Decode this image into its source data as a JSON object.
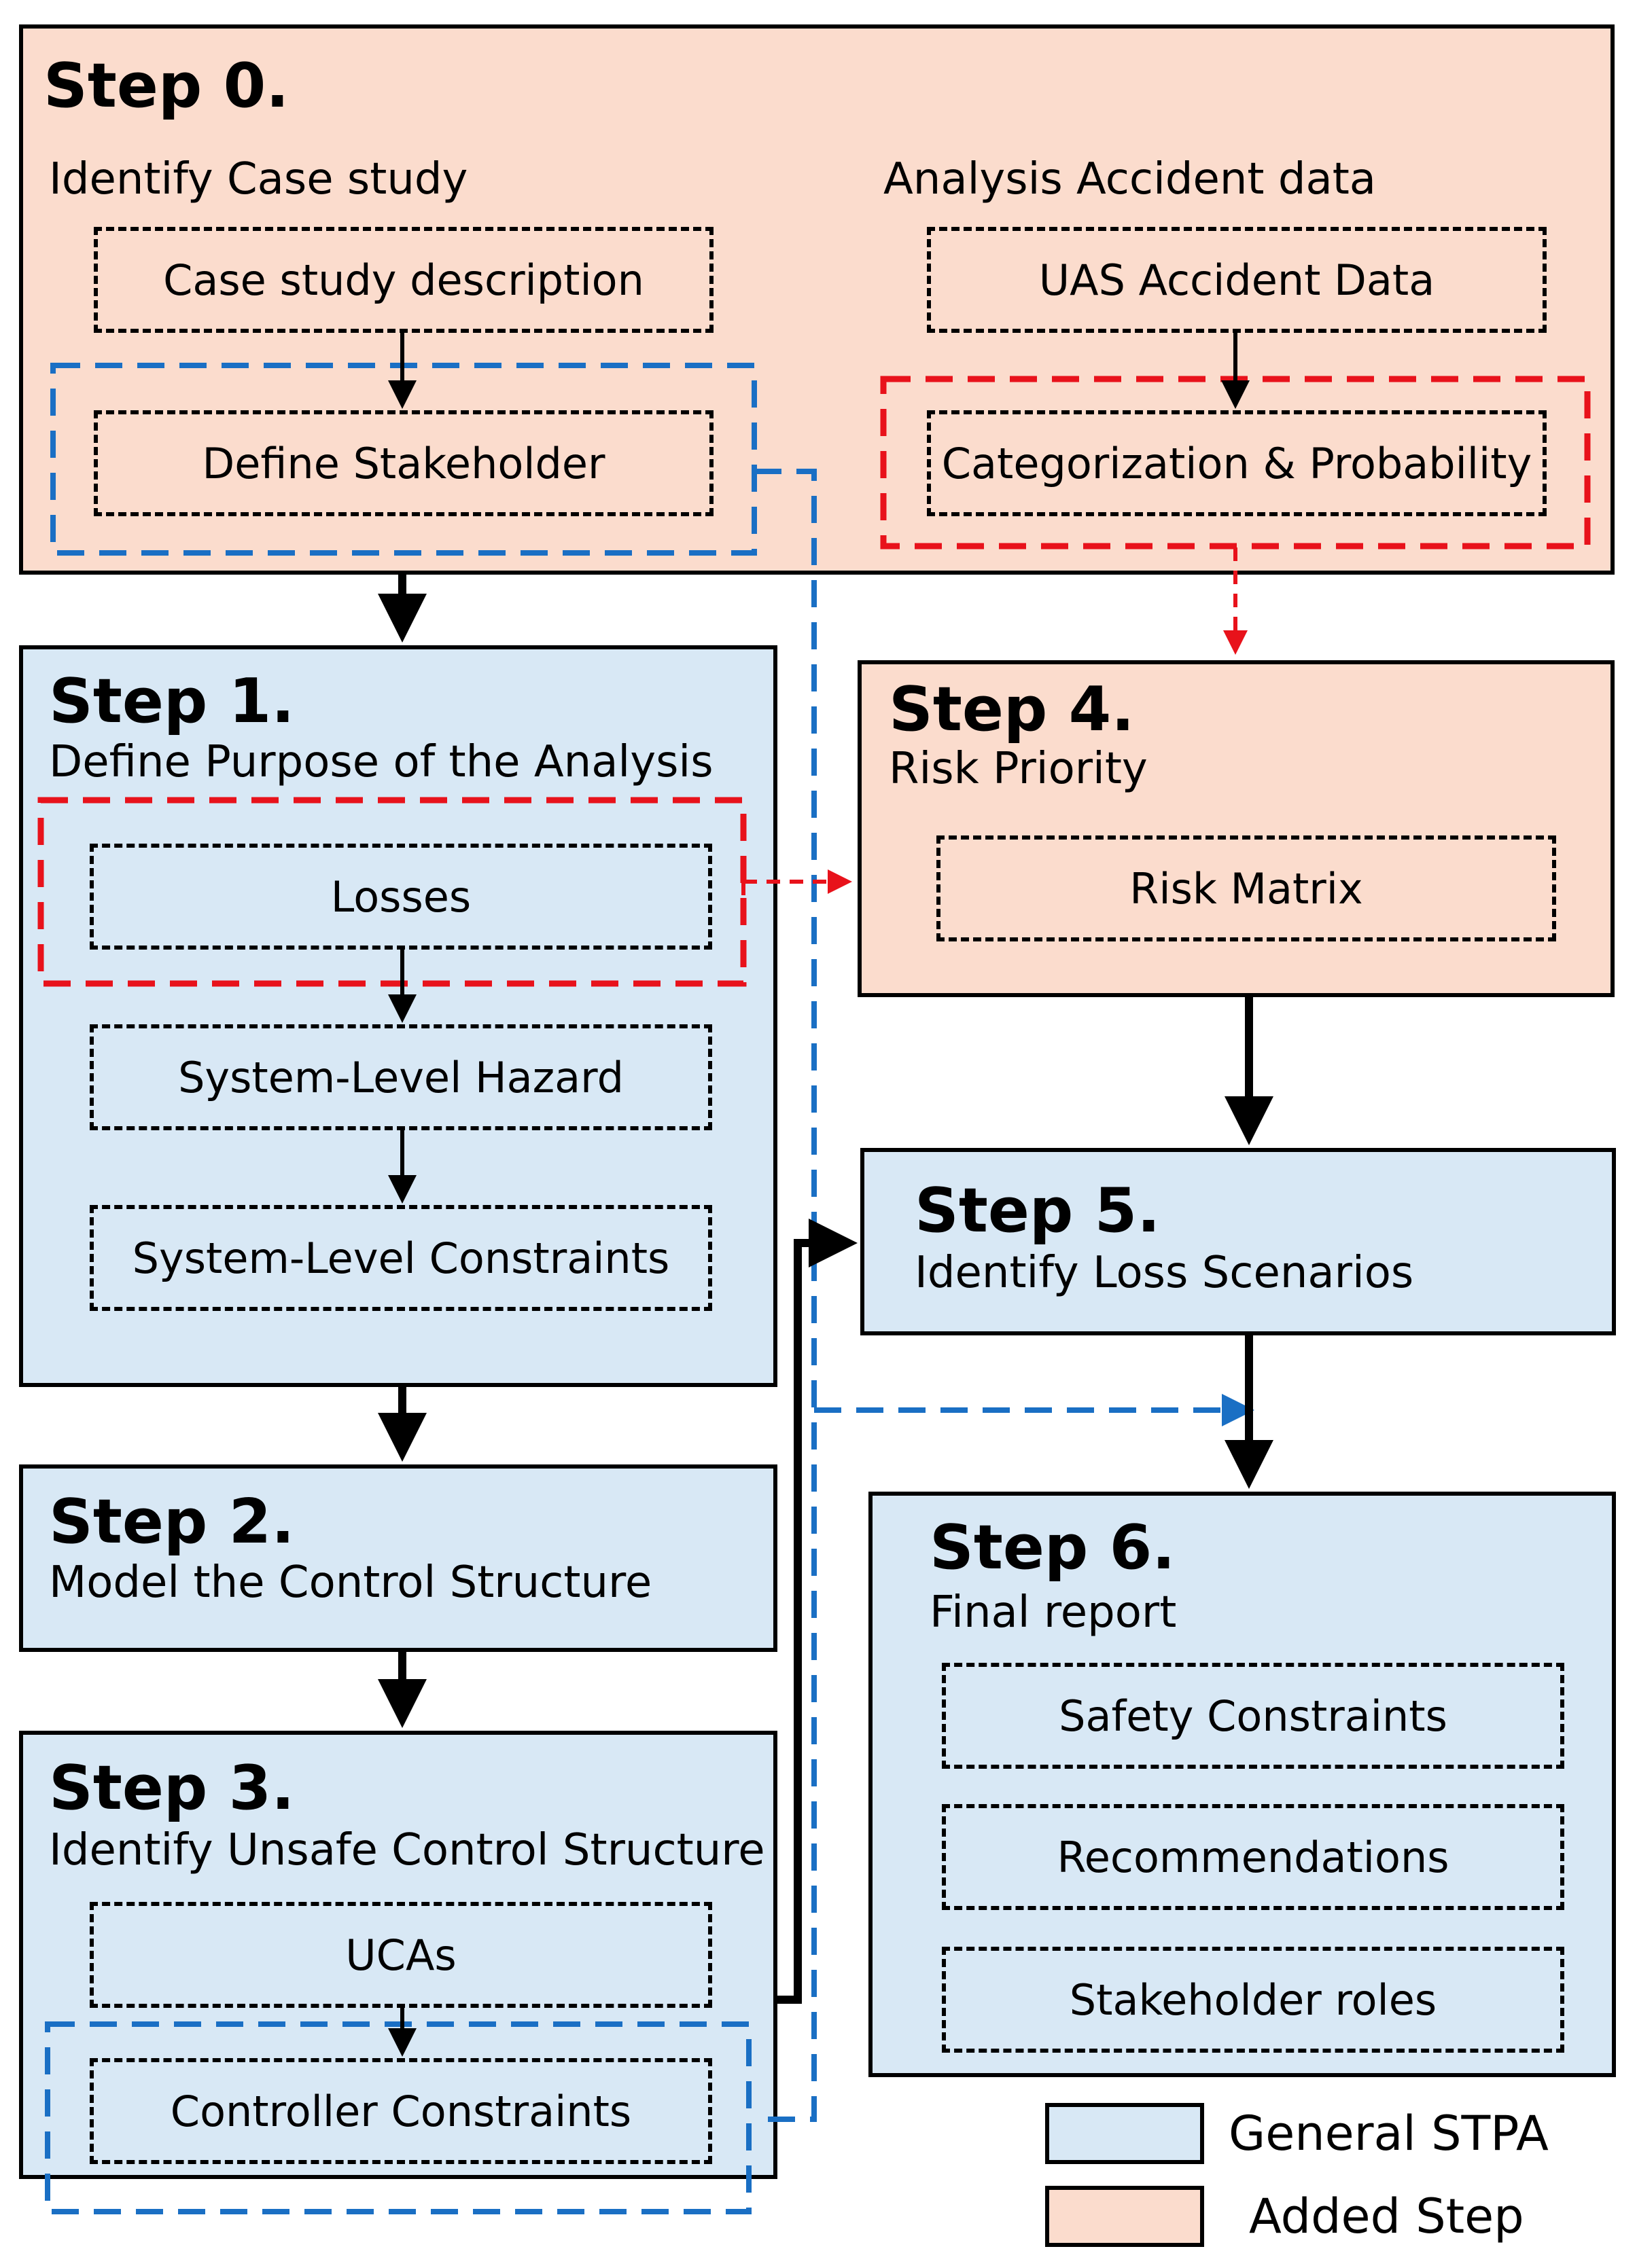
{
  "colors": {
    "general_stpa_fill": "#d8e8f5",
    "added_step_fill": "#fbdccd",
    "blue_dashed": "#1a6fc4",
    "red_dashed": "#e8121b",
    "black": "#000000"
  },
  "step0": {
    "title": "Step 0.",
    "left_heading": "Identify Case study",
    "right_heading": "Analysis Accident data",
    "case_study": "Case study description",
    "define_stakeholder": "Define Stakeholder",
    "uas_accident": "UAS Accident Data",
    "categorization": "Categorization & Probability"
  },
  "step1": {
    "title": "Step 1.",
    "subtitle": "Define Purpose of the Analysis",
    "losses": "Losses",
    "hazard": "System-Level Hazard",
    "constraints": "System-Level Constraints"
  },
  "step2": {
    "title": "Step 2.",
    "subtitle": "Model the Control Structure"
  },
  "step3": {
    "title": "Step 3.",
    "subtitle": "Identify Unsafe Control Structure",
    "ucas": "UCAs",
    "controller_constraints": "Controller Constraints"
  },
  "step4": {
    "title": "Step 4.",
    "subtitle": "Risk Priority",
    "risk_matrix": "Risk Matrix"
  },
  "step5": {
    "title": "Step 5.",
    "subtitle": "Identify Loss Scenarios"
  },
  "step6": {
    "title": "Step 6.",
    "subtitle": "Final report",
    "safety_constraints": "Safety Constraints",
    "recommendations": "Recommendations",
    "stakeholder_roles": "Stakeholder roles"
  },
  "legend": {
    "general": "General STPA",
    "added": "Added Step"
  }
}
